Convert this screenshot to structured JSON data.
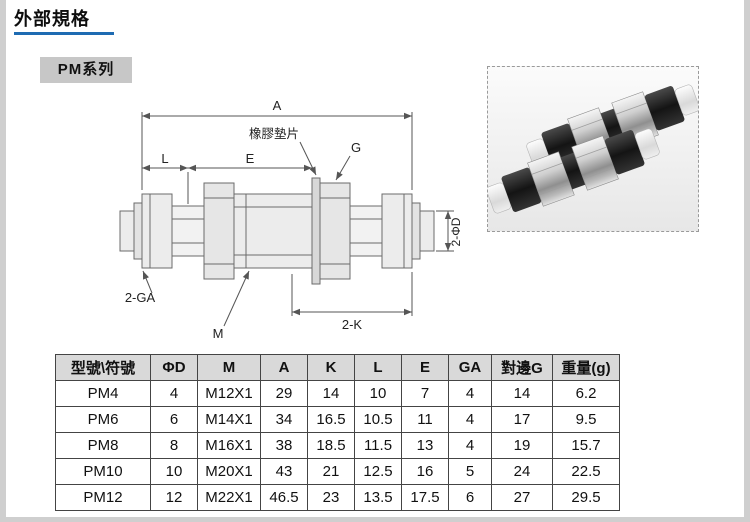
{
  "page": {
    "title": "外部規格",
    "series_label": "PM系列",
    "accent_color": "#1e6bb2"
  },
  "diagram": {
    "labels": {
      "dim_a": "A",
      "gasket": "橡膠墊片",
      "dim_l": "L",
      "dim_e": "E",
      "dim_g": "G",
      "dim_phid": "2-ΦD",
      "dim_ga": "2-GA",
      "dim_m": "M",
      "dim_k": "2-K"
    }
  },
  "table": {
    "headers": [
      "型號\\符號",
      "ΦD",
      "M",
      "A",
      "K",
      "L",
      "E",
      "GA",
      "對邊G",
      "重量(g)"
    ],
    "rows": [
      [
        "PM4",
        "4",
        "M12X1",
        "29",
        "14",
        "10",
        "7",
        "4",
        "14",
        "6.2"
      ],
      [
        "PM6",
        "6",
        "M14X1",
        "34",
        "16.5",
        "10.5",
        "11",
        "4",
        "17",
        "9.5"
      ],
      [
        "PM8",
        "8",
        "M16X1",
        "38",
        "18.5",
        "11.5",
        "13",
        "4",
        "19",
        "15.7"
      ],
      [
        "PM10",
        "10",
        "M20X1",
        "43",
        "21",
        "12.5",
        "16",
        "5",
        "24",
        "22.5"
      ],
      [
        "PM12",
        "12",
        "M22X1",
        "46.5",
        "23",
        "13.5",
        "17.5",
        "6",
        "27",
        "29.5"
      ]
    ]
  }
}
